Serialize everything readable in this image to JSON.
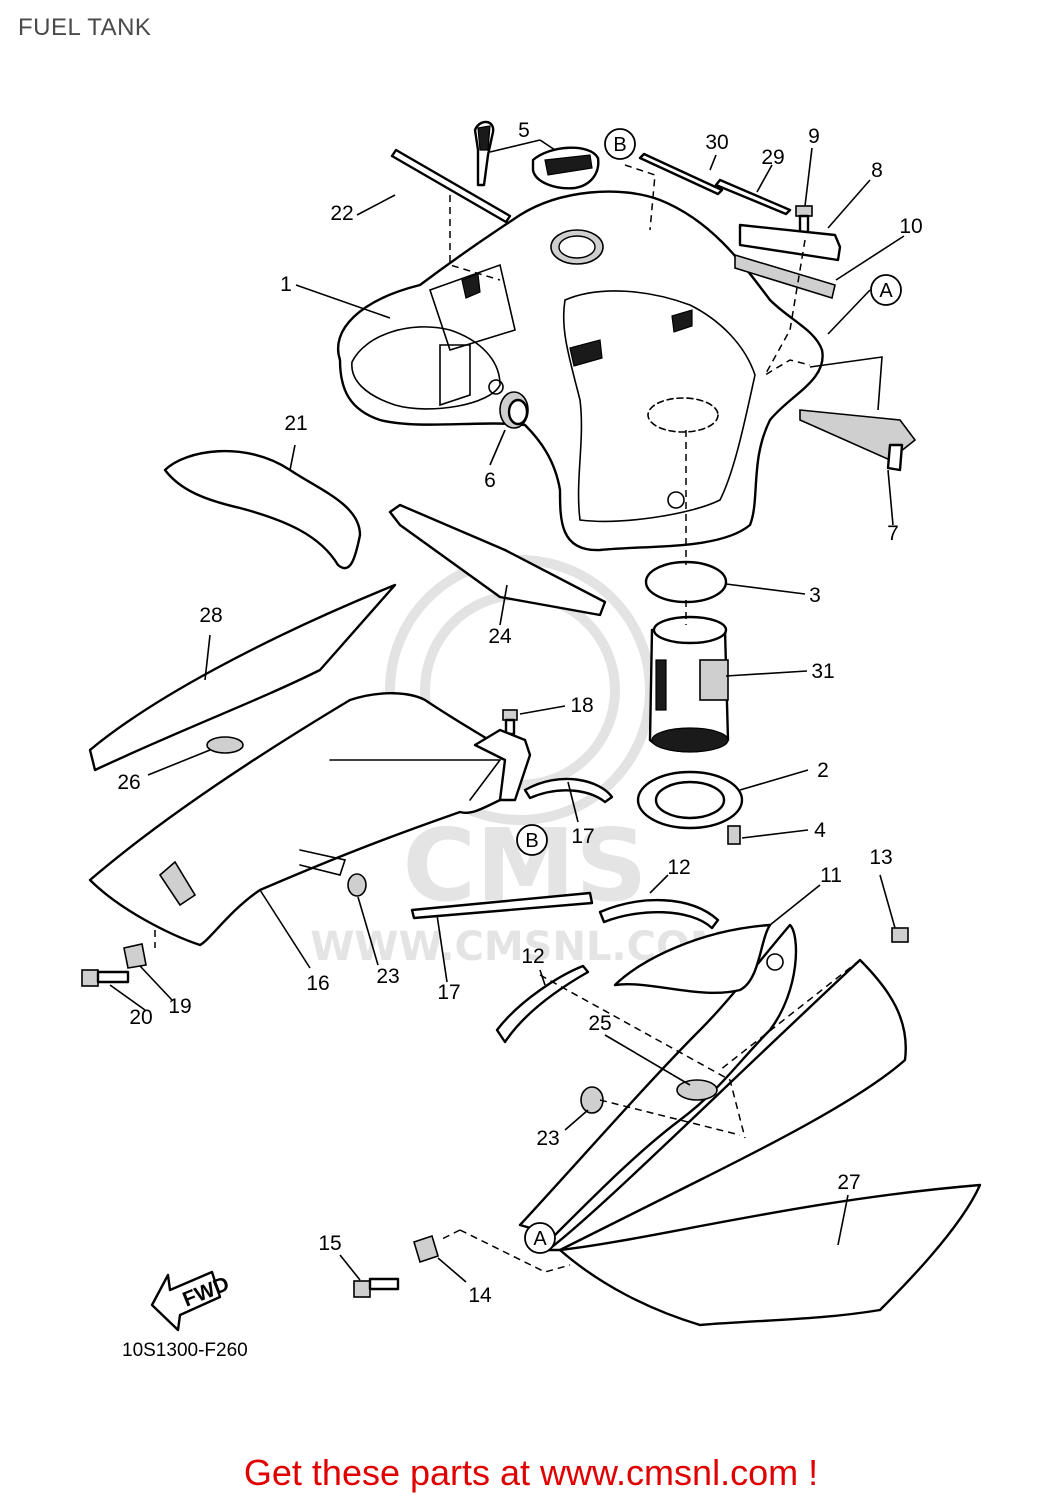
{
  "page": {
    "title": "FUEL TANK",
    "drawing_code": "10S1300-F260",
    "fwd_label": "FWD",
    "promo_text": "Get these parts at www.cmsnl.com !",
    "watermark": {
      "site_text": "WWW.CMSNL.COM",
      "logo_text": "CMS"
    }
  },
  "callouts": {
    "c1": "1",
    "c2": "2",
    "c3": "3",
    "c4": "4",
    "c5": "5",
    "c6": "6",
    "c7": "7",
    "c8": "8",
    "c9": "9",
    "c10": "10",
    "c11": "11",
    "c12a": "12",
    "c12b": "12",
    "c13": "13",
    "c14": "14",
    "c15": "15",
    "c16": "16",
    "c17a": "17",
    "c17b": "17",
    "c18": "18",
    "c19": "19",
    "c20": "20",
    "c21": "21",
    "c22": "22",
    "c23a": "23",
    "c23b": "23",
    "c24": "24",
    "c25": "25",
    "c26": "26",
    "c27": "27",
    "c28": "28",
    "c29": "29",
    "c30": "30",
    "c31": "31"
  },
  "refs": {
    "b_top": "B",
    "a_top": "A",
    "b_mid": "B",
    "a_bottom": "A"
  },
  "colors": {
    "promo": "#e00000",
    "line": "#000000",
    "watermark": "#e3e3e3"
  }
}
